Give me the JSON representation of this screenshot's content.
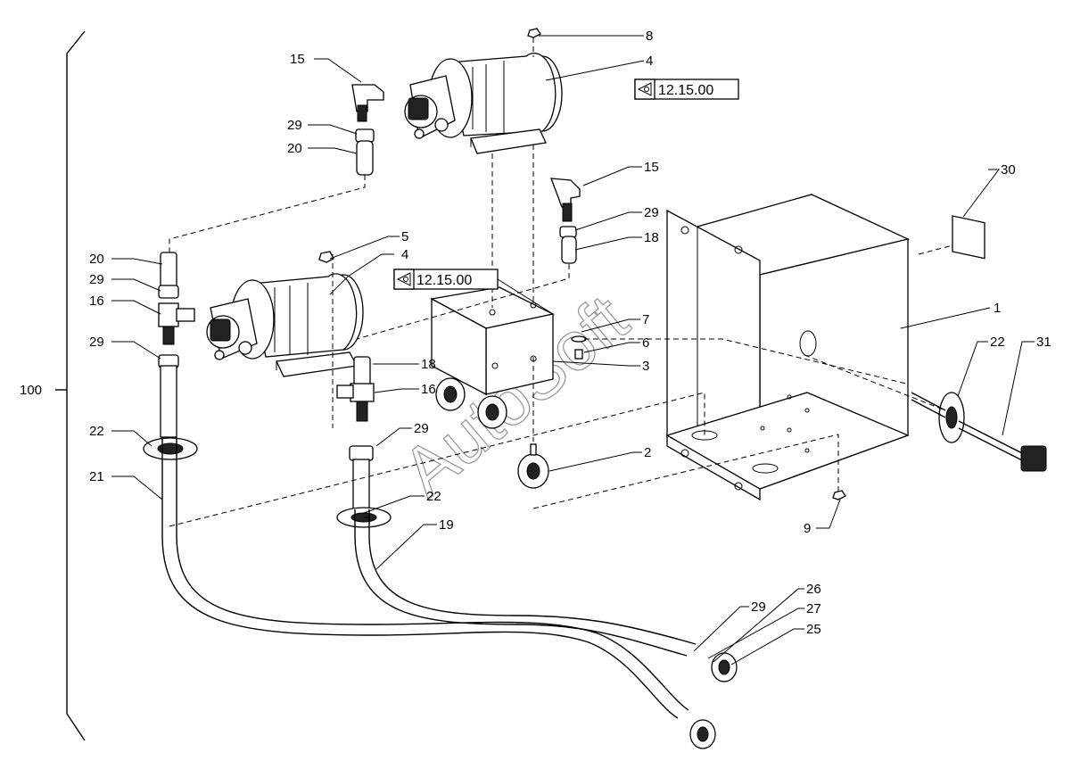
{
  "assembly_label": "100",
  "watermark": "AutoSoft",
  "reference_boxes": [
    {
      "text": "12.15.00"
    },
    {
      "text": "12.15.00"
    }
  ],
  "callouts": [
    "1",
    "2",
    "3",
    "4",
    "4",
    "5",
    "6",
    "7",
    "8",
    "9",
    "15",
    "15",
    "16",
    "16",
    "18",
    "18",
    "19",
    "20",
    "20",
    "21",
    "22",
    "22",
    "22",
    "25",
    "26",
    "27",
    "29",
    "29",
    "29",
    "29",
    "29",
    "29",
    "30",
    "31"
  ]
}
